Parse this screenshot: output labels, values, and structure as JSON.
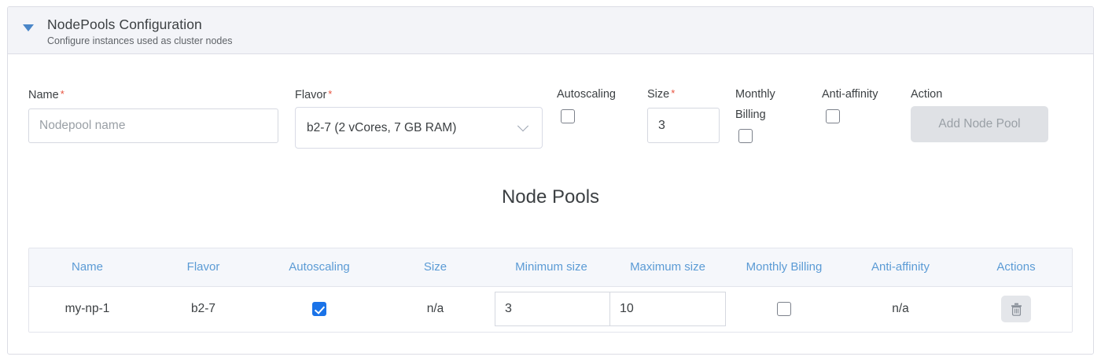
{
  "panel": {
    "title": "NodePools Configuration",
    "subtitle": "Configure instances used as cluster nodes",
    "collapse_icon": "caret-down-icon",
    "accent_color": "#4a86c8"
  },
  "form": {
    "name": {
      "label": "Name",
      "required_marker": "*",
      "placeholder": "Nodepool name",
      "value": ""
    },
    "flavor": {
      "label": "Flavor",
      "required_marker": "*",
      "selected": "b2-7 (2 vCores, 7 GB RAM)",
      "chevron_icon": "chevron-down-icon"
    },
    "autoscaling": {
      "label": "Autoscaling",
      "checked": false
    },
    "size": {
      "label": "Size",
      "required_marker": "*",
      "value": "3"
    },
    "monthly_billing": {
      "label_line1": "Monthly",
      "label_line2": "Billing",
      "checked": false
    },
    "anti_affinity": {
      "label": "Anti-affinity",
      "checked": false
    },
    "action": {
      "label": "Action",
      "button_label": "Add Node Pool",
      "disabled": true
    }
  },
  "section": {
    "title": "Node Pools"
  },
  "table": {
    "columns": [
      "Name",
      "Flavor",
      "Autoscaling",
      "Size",
      "Minimum size",
      "Maximum size",
      "Monthly Billing",
      "Anti-affinity",
      "Actions"
    ],
    "rows": [
      {
        "name": "my-np-1",
        "flavor": "b2-7",
        "autoscaling_checked": true,
        "size": "n/a",
        "minimum_size": "3",
        "maximum_size": "10",
        "monthly_billing_checked": false,
        "anti_affinity": "n/a",
        "delete_icon": "trash-icon"
      }
    ],
    "header_text_color": "#5b9bd5",
    "header_bg_color": "#f5f7fb",
    "checked_color": "#1a73e8"
  }
}
